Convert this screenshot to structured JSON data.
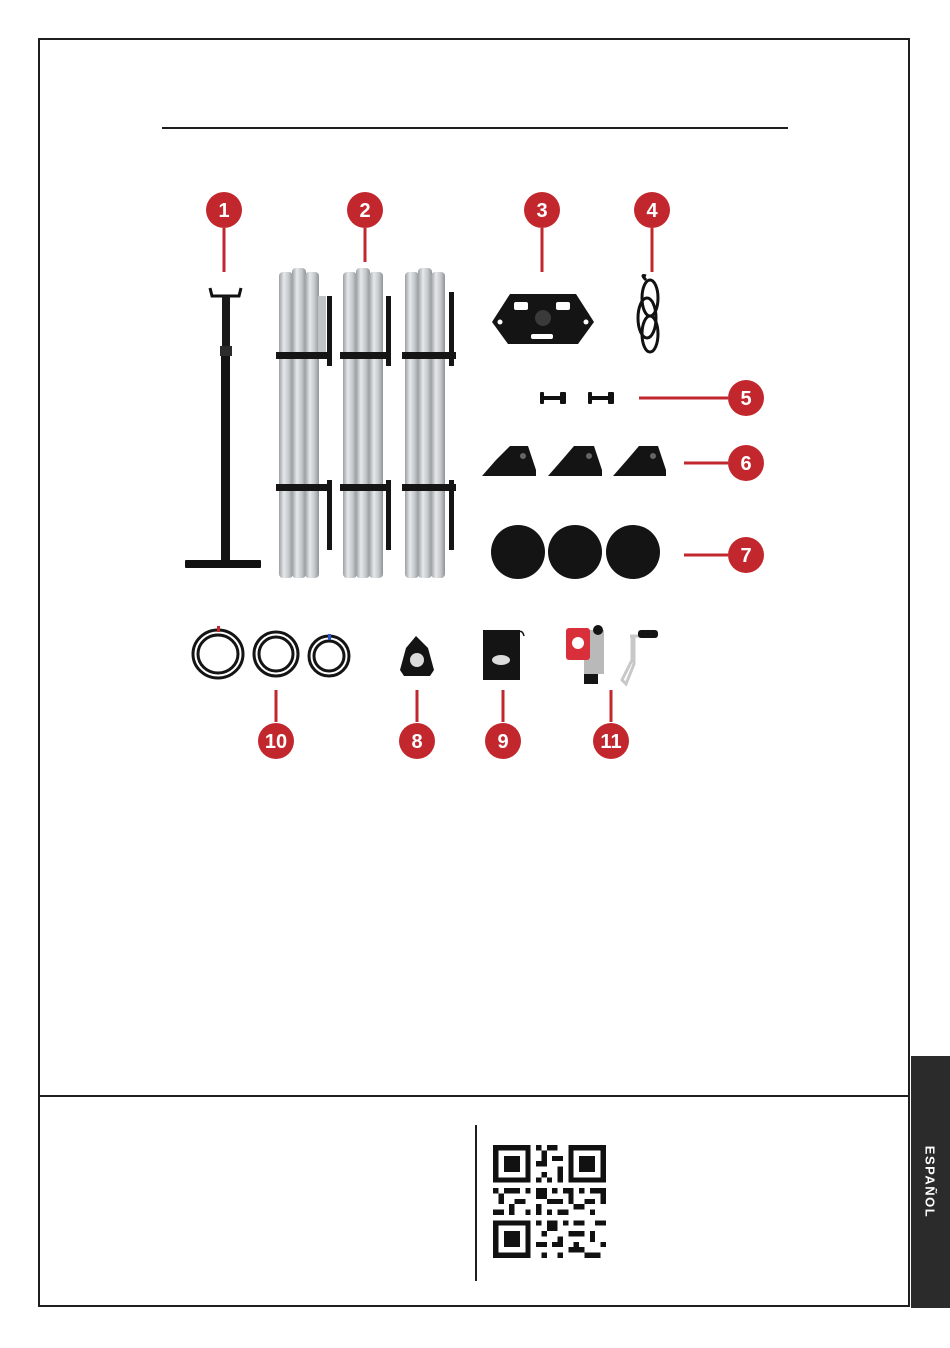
{
  "page": {
    "language_tab": "ESPAÑOL"
  },
  "components": {
    "callouts": [
      "1",
      "2",
      "3",
      "4",
      "5",
      "6",
      "7",
      "8",
      "9",
      "10",
      "11"
    ]
  },
  "colors": {
    "badge": "#c2272d",
    "tab": "#2b2b2b",
    "rule": "#1f1f1f"
  },
  "qr": {
    "icon": "qr-code-icon"
  }
}
